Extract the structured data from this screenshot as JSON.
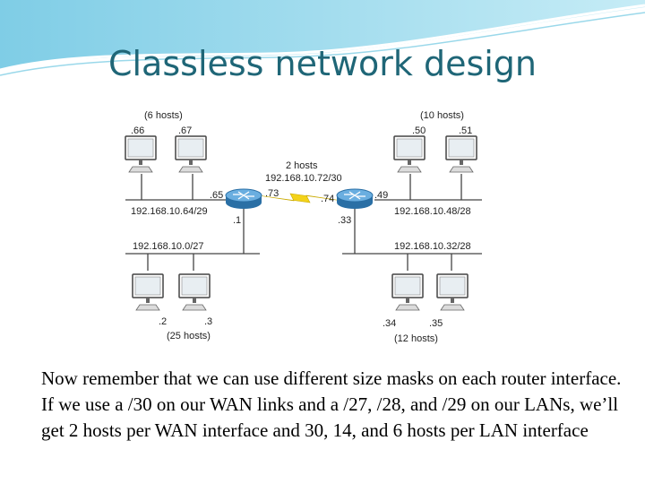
{
  "slide": {
    "title": "Classless network design",
    "body": "Now remember that we can use different size masks on each router interface. If we use a /30 on our WAN links and a /27, /28, and /29 on our LANs, we’ll get 2 hosts per WAN interface and 30, 14, and 6 hosts per LAN interface"
  },
  "diagram": {
    "wan": {
      "hosts_label": "2 hosts",
      "network": "192.168.10.72/30",
      "left_ip": ".73",
      "right_ip": ".74"
    },
    "router_left": {
      "lan_a_ip": ".65",
      "lan_b_ip": ".1"
    },
    "router_right": {
      "lan_a_ip": ".49",
      "lan_b_ip": ".33"
    },
    "lan_top_left": {
      "hosts_label": "(6 hosts)",
      "network": "192.168.10.64/29",
      "pc1": ".66",
      "pc2": ".67"
    },
    "lan_top_right": {
      "hosts_label": "(10 hosts)",
      "network": "192.168.10.48/28",
      "pc1": ".50",
      "pc2": ".51"
    },
    "lan_bottom_left": {
      "hosts_label": "(25 hosts)",
      "network": "192.168.10.0/27",
      "pc1": ".2",
      "pc2": ".3"
    },
    "lan_bottom_right": {
      "hosts_label": "(12 hosts)",
      "network": "192.168.10.32/28",
      "pc1": ".34",
      "pc2": ".35"
    }
  },
  "colors": {
    "title": "#1f6677",
    "header_wave": "#8fd3e8",
    "lightning": "#f3d21a",
    "router": "#3b88c3"
  }
}
